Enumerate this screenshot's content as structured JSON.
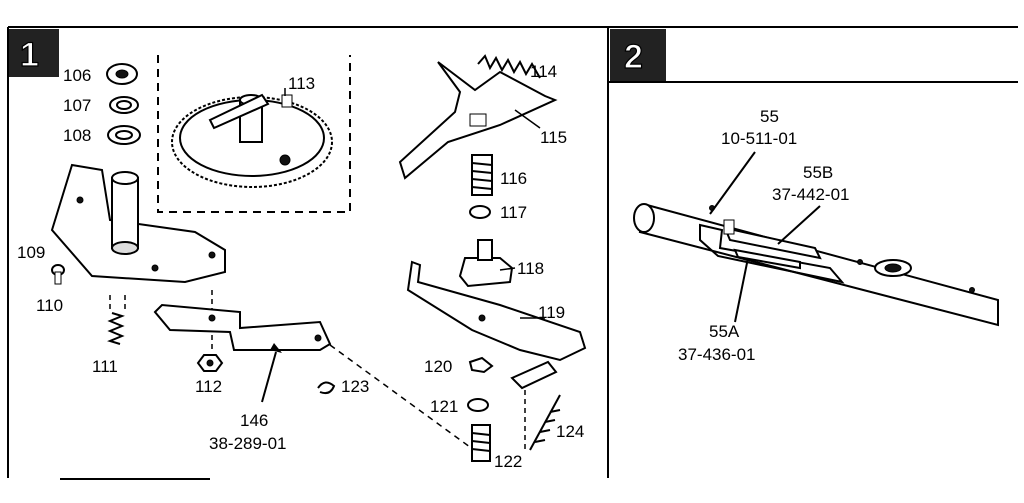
{
  "panel_1": {
    "badge": "1",
    "labels": {
      "p106": "106",
      "p107": "107",
      "p108": "108",
      "p109": "109",
      "p110": "110",
      "p111": "111",
      "p112": "112",
      "p113": "113",
      "p114": "114",
      "p115": "115",
      "p116": "116",
      "p117": "117",
      "p118": "118",
      "p119": "119",
      "p120": "120",
      "p121": "121",
      "p122": "122",
      "p123": "123",
      "p124": "124",
      "p146": "146",
      "p146_code": "38-289-01"
    }
  },
  "panel_2": {
    "badge": "2",
    "labels": {
      "p55": "55",
      "p55_code": "10-511-01",
      "p55b": "55B",
      "p55b_code": "37-442-01",
      "p55a": "55A",
      "p55a_code": "37-436-01"
    }
  },
  "colors": {
    "ink": "#000000",
    "paper": "#ffffff"
  }
}
